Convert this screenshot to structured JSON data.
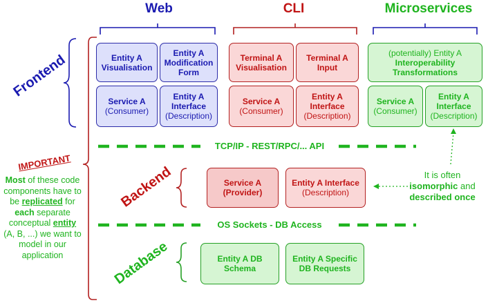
{
  "columns": {
    "web": "Web",
    "cli": "CLI",
    "microservices": "Microservices"
  },
  "layers": {
    "frontend": "Frontend",
    "backend": "Backend",
    "database": "Database"
  },
  "frontend": {
    "web": {
      "visualisation": {
        "title": "Entity A Visualisation"
      },
      "modification_form": {
        "title": "Entity A Modification Form"
      },
      "service": {
        "title": "Service A",
        "subtitle": "(Consumer)"
      },
      "interface": {
        "title": "Entity A Interface",
        "subtitle": "(Description)"
      }
    },
    "cli": {
      "visualisation": {
        "title": "Terminal A Visualisation"
      },
      "input": {
        "title": "Terminal A Input"
      },
      "service": {
        "title": "Service A",
        "subtitle": "(Consumer)"
      },
      "interface": {
        "title": "Entity A Interface",
        "subtitle": "(Description)"
      }
    },
    "microservices": {
      "transformations": {
        "prefix": "(potentially) Entity A",
        "title": "Interoperability Transformations"
      },
      "service": {
        "title": "Service A",
        "subtitle": "(Consumer)"
      },
      "interface": {
        "title": "Entity A Interface",
        "subtitle": "(Description)"
      }
    }
  },
  "connections": {
    "api": "TCP/IP - REST/RPC/... API",
    "db_access": "OS Sockets - DB Access"
  },
  "backend": {
    "service": {
      "title": "Service A",
      "subtitle": "(Provider)"
    },
    "interface": {
      "title": "Entity A Interface",
      "subtitle": "(Description)"
    }
  },
  "database": {
    "schema": {
      "title": "Entity A DB Schema"
    },
    "requests": {
      "title": "Entity A Specific DB Requests"
    }
  },
  "notes": {
    "isomorphic": {
      "line1": "It is often",
      "bold1": "isomorphic",
      "mid": " and",
      "bold2": "described once"
    },
    "important": {
      "label": "IMPORTANT",
      "most": "Most",
      "t1": " of these code components have to be ",
      "replicated": "replicated",
      "t2": " for ",
      "each": "each",
      "t3": " separate conceptual ",
      "entity": "entity",
      "t4": " (A, B, ...) we want to model in our application"
    }
  },
  "colors": {
    "web": "#1a1ab0",
    "cli": "#c01414",
    "microservices": "#1fb41f"
  }
}
